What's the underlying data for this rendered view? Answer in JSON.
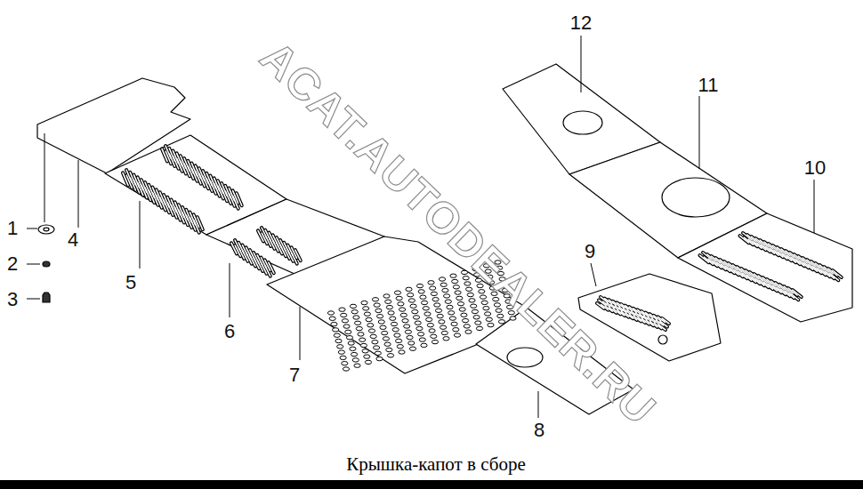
{
  "diagram": {
    "caption": "Крышка-капот в сборе",
    "labels": [
      "ACAT.AUTODEALER.RU",
      "12",
      "11",
      "10",
      "9",
      "1",
      "4",
      "2",
      "3",
      "5",
      "6",
      "7",
      "8"
    ]
  }
}
